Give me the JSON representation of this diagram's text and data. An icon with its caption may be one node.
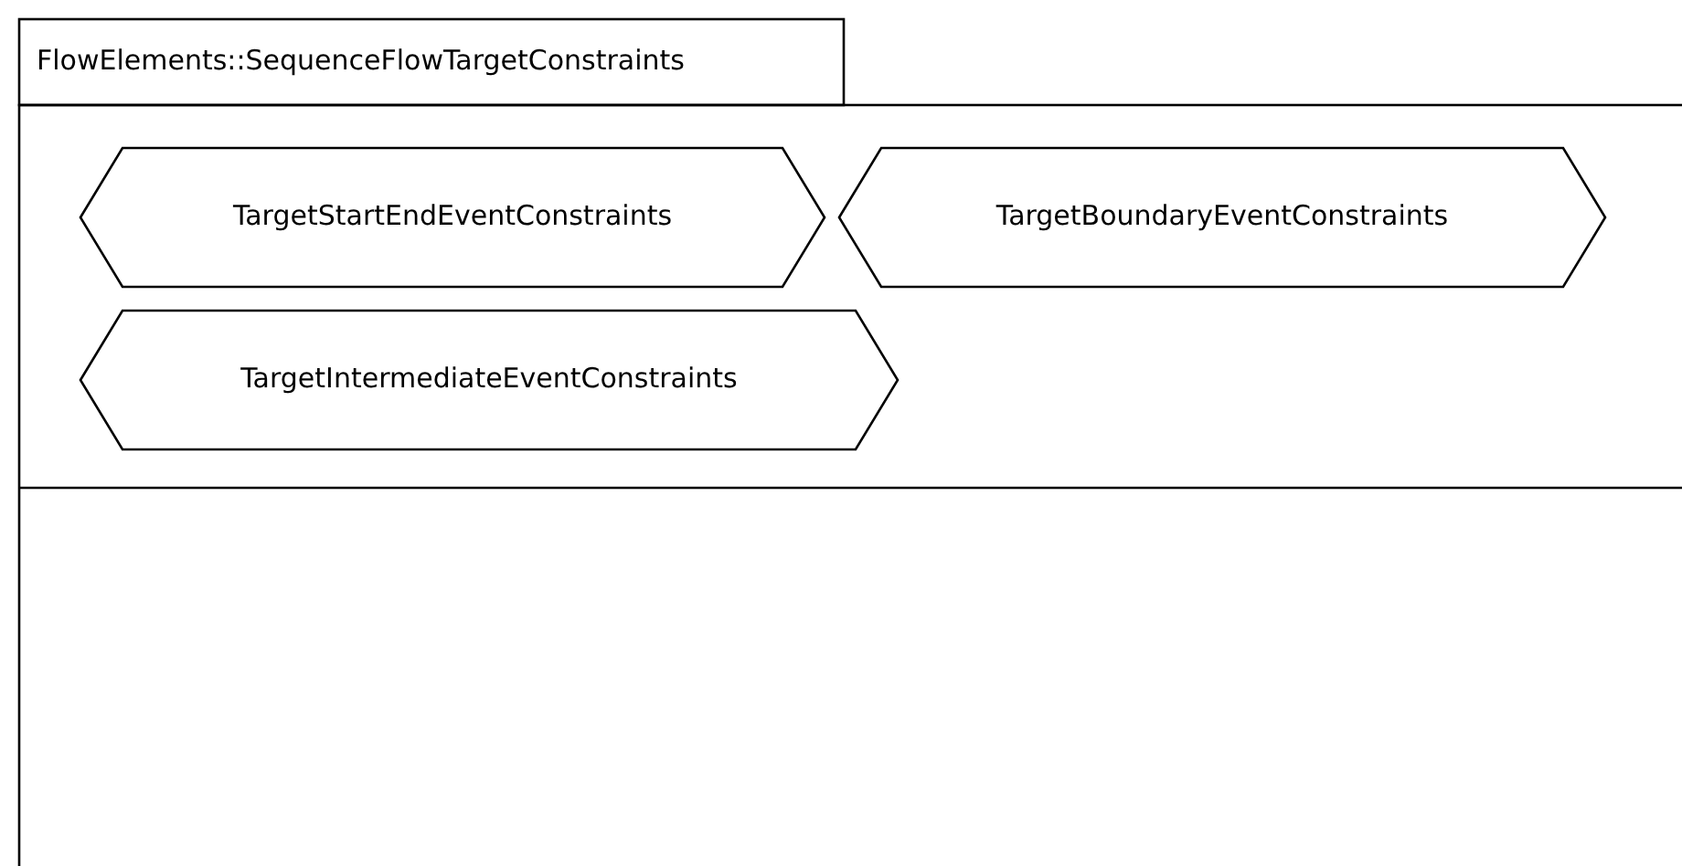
{
  "diagram": {
    "nodes": [
      {
        "text": [
          "FlowElements::SequenceFlowTargetConstraints"
        ]
      },
      {
        "text": [
          "TargetStartEndEventConstraints"
        ],
        "in": 0
      },
      {
        "text": [
          "TargetBoundaryEventConstraints"
        ],
        "in": 0
      },
      {
        "text": [
          "TargetIntermediateEventConstraints"
        ],
        "in": 0
      }
    ]
  }
}
